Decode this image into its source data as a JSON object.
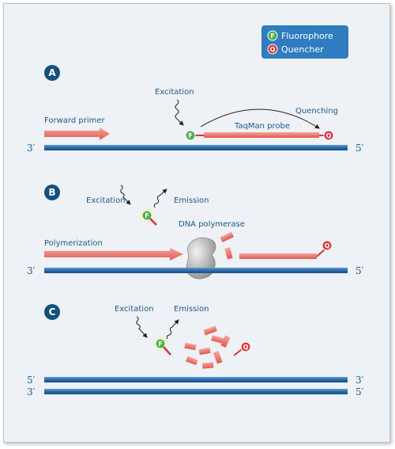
{
  "legend": {
    "fluorophore_symbol": "F",
    "fluorophore_label": "Fluorophore",
    "quencher_symbol": "Q",
    "quencher_label": "Quencher"
  },
  "panel_a": {
    "step": "A",
    "excitation": "Excitation",
    "quenching": "Quenching",
    "forward_primer": "Forward primer",
    "probe": "TaqMan probe",
    "left_end": "3′",
    "right_end": "5′"
  },
  "panel_b": {
    "step": "B",
    "excitation": "Excitation",
    "emission": "Emission",
    "polymerase": "DNA polymerase",
    "polymerization": "Polymerization",
    "left_end": "3′",
    "right_end": "5′"
  },
  "panel_c": {
    "step": "C",
    "excitation": "Excitation",
    "emission": "Emission",
    "top_left_end": "5′",
    "top_right_end": "3′",
    "bottom_left_end": "3′",
    "bottom_right_end": "5′"
  },
  "colors": {
    "strand_blue": "#2b6aa8",
    "primer_red": "#e8706a",
    "quencher_red": "#d9343a",
    "fluor_green": "#4caf50",
    "legend_bg": "#2f7cc0",
    "step_bg": "#14507e"
  }
}
